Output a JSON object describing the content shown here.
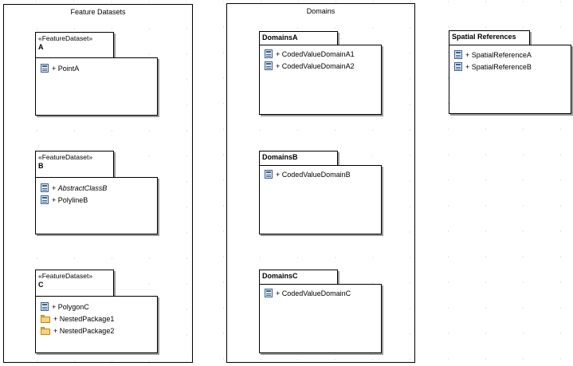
{
  "boundaries": {
    "feature_datasets": "Feature Datasets",
    "domains": "Domains"
  },
  "packages": {
    "a": {
      "stereotype": "«FeatureDataset»",
      "name": "A",
      "items": [
        {
          "prefix": "+",
          "name": "PointA",
          "icon": "class-icon"
        }
      ]
    },
    "b": {
      "stereotype": "«FeatureDataset»",
      "name": "B",
      "items": [
        {
          "prefix": "+",
          "name": "AbstractClassB",
          "icon": "class-icon",
          "italic": true
        },
        {
          "prefix": "+",
          "name": "PolylineB",
          "icon": "class-icon"
        }
      ]
    },
    "c": {
      "stereotype": "«FeatureDataset»",
      "name": "C",
      "items": [
        {
          "prefix": "+",
          "name": "PolygonC",
          "icon": "class-icon"
        },
        {
          "prefix": "+",
          "name": "NestedPackage1",
          "icon": "folder-icon"
        },
        {
          "prefix": "+",
          "name": "NestedPackage2",
          "icon": "folder-icon"
        }
      ]
    },
    "domains_a": {
      "name": "DomainsA",
      "items": [
        {
          "prefix": "+",
          "name": "CodedValueDomainA1",
          "icon": "class-icon"
        },
        {
          "prefix": "+",
          "name": "CodedValueDomainA2",
          "icon": "class-icon"
        }
      ]
    },
    "domains_b": {
      "name": "DomainsB",
      "items": [
        {
          "prefix": "+",
          "name": "CodedValueDomainB",
          "icon": "class-icon"
        }
      ]
    },
    "domains_c": {
      "name": "DomainsC",
      "items": [
        {
          "prefix": "+",
          "name": "CodedValueDomainC",
          "icon": "class-icon"
        }
      ]
    },
    "spatial_references": {
      "name": "Spatial References",
      "items": [
        {
          "prefix": "+",
          "name": "SpatialReferenceA",
          "icon": "class-icon"
        },
        {
          "prefix": "+",
          "name": "SpatialReferenceB",
          "icon": "class-icon"
        }
      ]
    }
  }
}
